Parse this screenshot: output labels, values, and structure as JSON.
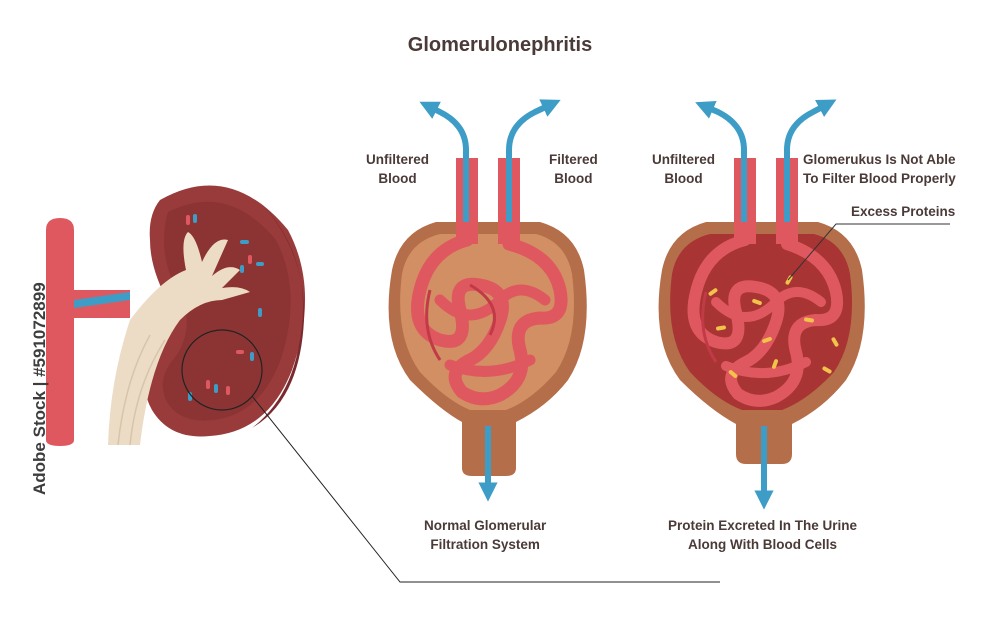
{
  "title": "Glomerulonephritis",
  "left_panel": {
    "unfiltered": [
      "Unfiltered",
      "Blood"
    ],
    "filtered": [
      "Filtered",
      "Blood"
    ],
    "caption": [
      "Normal Glomerular",
      "Filtration System"
    ]
  },
  "right_panel": {
    "unfiltered": [
      "Unfiltered",
      "Blood"
    ],
    "not_able": [
      "Glomerukus Is Not Able",
      "To Filter Blood Properly"
    ],
    "excess": "Excess Proteins",
    "caption": [
      "Protein  Excreted In The Urine",
      "Along With Blood Cells"
    ]
  },
  "watermark": "Adobe Stock | #591072899",
  "colors": {
    "vessel": "#e0585f",
    "vessel_dark": "#c23a47",
    "kidney_cortex": "#8f3636",
    "capsule": "#b46e4a",
    "capsule_light": "#d28f64",
    "arrow": "#3e9dc6",
    "ureter": "#ecdcc6",
    "protein": "#f2c24b"
  },
  "icons": [
    "kidney-illustration",
    "glomerulus-normal",
    "glomerulus-damaged",
    "flow-arrow"
  ]
}
